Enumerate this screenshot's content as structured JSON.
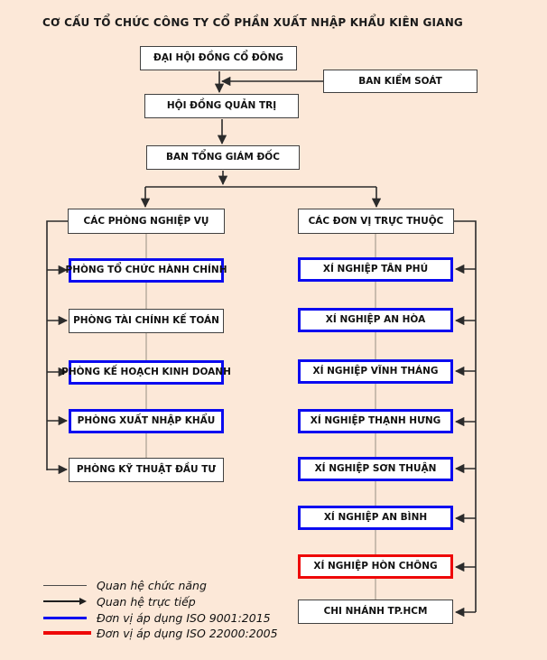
{
  "title": "CƠ CẤU TỔ CHỨC CÔNG TY CỔ PHẦN XUẤT NHẬP KHẨU KIÊN GIANG",
  "org": {
    "top": [
      {
        "label": "ĐẠI HỘI ĐỒNG CỔ ĐÔNG",
        "style": "plain"
      },
      {
        "label": "BAN KIỂM SOÁT",
        "style": "plain"
      },
      {
        "label": "HỘI ĐỒNG QUẢN TRỊ",
        "style": "plain"
      },
      {
        "label": "BAN TỔNG GIÁM ĐỐC",
        "style": "plain"
      }
    ],
    "left_group": {
      "header": {
        "label": "CÁC PHÒNG NGHIỆP VỤ",
        "style": "plain"
      },
      "items": [
        {
          "label": "PHÒNG TỔ CHỨC HÀNH CHÍNH",
          "style": "iso9001"
        },
        {
          "label": "PHÒNG TÀI CHÍNH KẾ TOÁN",
          "style": "plain"
        },
        {
          "label": "PHÒNG KẾ HOẠCH KINH DOANH",
          "style": "iso9001"
        },
        {
          "label": "PHÒNG XUẤT NHẬP KHẨU",
          "style": "iso9001"
        },
        {
          "label": "PHÒNG KỸ THUẬT ĐẦU TƯ",
          "style": "plain"
        }
      ]
    },
    "right_group": {
      "header": {
        "label": "CÁC ĐƠN VỊ TRỰC THUỘC",
        "style": "plain"
      },
      "items": [
        {
          "label": "XÍ NGHIỆP TÂN PHÚ",
          "style": "iso9001"
        },
        {
          "label": "XÍ NGHIỆP AN HÒA",
          "style": "iso9001"
        },
        {
          "label": "XÍ NGHIỆP VĨNH THÁNG",
          "style": "iso9001"
        },
        {
          "label": "XÍ NGHIỆP THẠNH HƯNG",
          "style": "iso9001"
        },
        {
          "label": "XÍ NGHIỆP SƠN THUẬN",
          "style": "iso9001"
        },
        {
          "label": "XÍ NGHIỆP AN BÌNH",
          "style": "iso9001"
        },
        {
          "label": "XÍ NGHIỆP HÒN CHÔNG",
          "style": "iso22000"
        },
        {
          "label": "CHI NHÁNH TP.HCM",
          "style": "plain"
        }
      ]
    }
  },
  "legend": {
    "items": [
      {
        "label": "Quan hệ chức năng",
        "sample": "functional-thin-line"
      },
      {
        "label": "Quan hệ trực tiếp",
        "sample": "direct-arrow"
      },
      {
        "label": "Đơn vị áp dụng ISO 9001:2015",
        "sample": "iso9001-blue-line"
      },
      {
        "label": "Đơn vị áp dụng ISO 22000:2005",
        "sample": "iso22000-red-line"
      }
    ]
  },
  "colors": {
    "background": "#fce8d8",
    "box_fill": "#ffffff",
    "box_border": "#404040",
    "iso9001_blue": "#0b0bf0",
    "iso22000_red": "#ee0808",
    "connector": "#2b2b2b",
    "functional_line": "#989084"
  }
}
